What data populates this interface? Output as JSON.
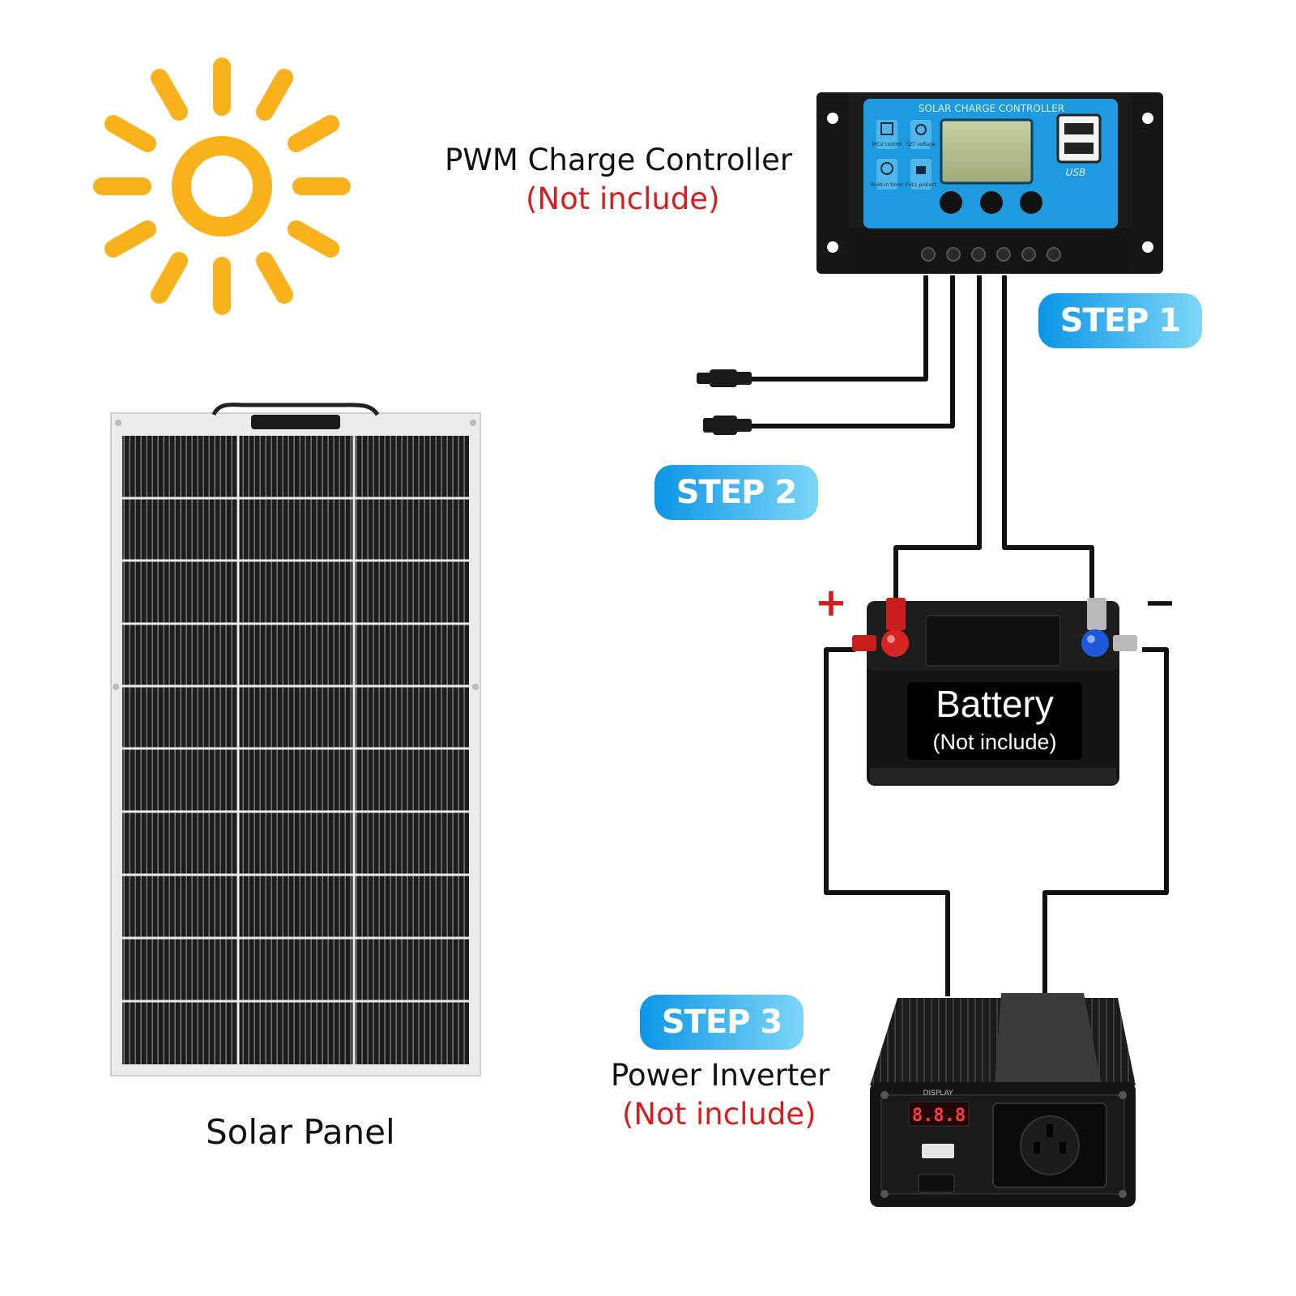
{
  "controller": {
    "title": "PWM Charge Controller",
    "note": "(Not include)",
    "device_header": "SOLAR CHARGE CONTROLLER",
    "icon_labels": [
      "MCU control",
      "SET voltage",
      "Build-in timer",
      "FULL protect"
    ],
    "usb_mark": "USB"
  },
  "steps": {
    "step1": "STEP 1",
    "step2": "STEP 2",
    "step3": "STEP 3"
  },
  "battery": {
    "title": "Battery",
    "note": "(Not include)",
    "plus": "+",
    "minus": "−"
  },
  "inverter": {
    "title": "Power Inverter",
    "note": "(Not include)",
    "display_label": "DISPLAY",
    "display_value": "8.8.8"
  },
  "panel": {
    "title": "Solar Panel"
  },
  "colors": {
    "sun": "#F9B21B",
    "step_badge": "#18A8EE",
    "note_red": "#D71E1E",
    "controller_face": "#1E9BE0"
  }
}
